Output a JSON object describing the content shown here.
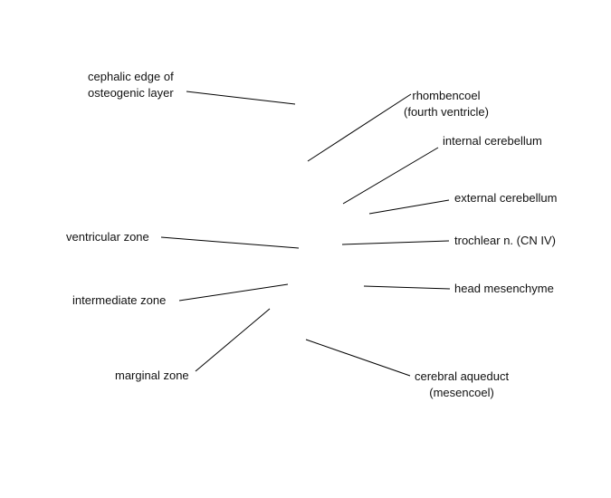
{
  "labels": {
    "cephalic_edge": {
      "line1": "cephalic edge of",
      "line2": "osteogenic layer"
    },
    "rhombencoel": {
      "line1": "rhombencoel",
      "line2": "(fourth ventricle)"
    },
    "internal_cerebellum": "internal cerebellum",
    "external_cerebellum": "external cerebellum",
    "ventricular_zone": "ventricular zone",
    "trochlear_nerve": "trochlear n. (CN IV)",
    "intermediate_zone": "intermediate zone",
    "head_mesenchyme": "head mesenchyme",
    "marginal_zone": "marginal zone",
    "cerebral_aqueduct": {
      "line1": "cerebral aqueduct",
      "line2": "(mesencoel)"
    }
  },
  "colors": {
    "line": "#000000",
    "text": "#111111",
    "background": "#ffffff"
  }
}
